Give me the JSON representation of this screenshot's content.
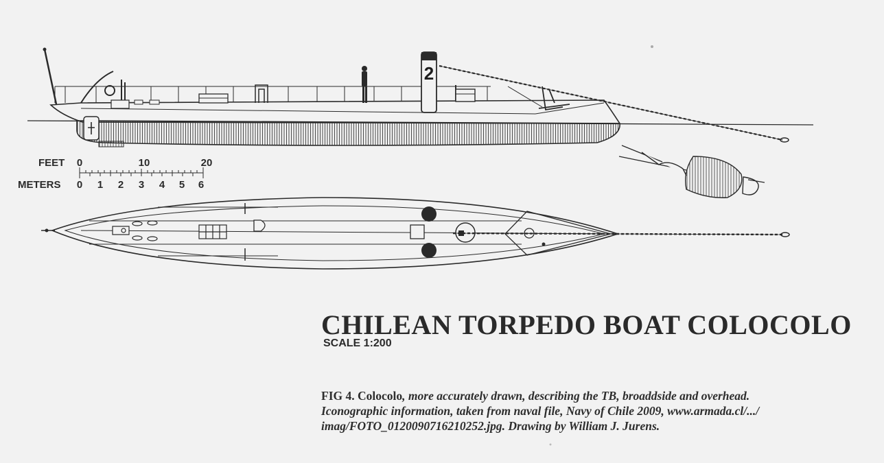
{
  "hull_number": "2",
  "scale_bar": {
    "feet_label": "FEET",
    "feet_ticks": [
      "0",
      "10",
      "20"
    ],
    "meters_label": "METERS",
    "meters_ticks": [
      "0",
      "1",
      "2",
      "3",
      "4",
      "5",
      "6"
    ]
  },
  "title": "CHILEAN TORPEDO BOAT COLOCOLO",
  "scale_text": "SCALE 1:200",
  "caption": {
    "fig": "FIG 4.",
    "name": "Colocolo",
    "line1_rest": ", more accurately drawn, describing the TB, broaddside and overhead.",
    "line2": "Iconographic information, taken from naval file, Navy of Chile 2009, www.armada.cl/.../",
    "line3": "imag/FOTO_0120090716210252.jpg. Drawing by William J. Jurens."
  },
  "colors": {
    "background": "#f2f2f2",
    "ink": "#2a2a2a"
  }
}
